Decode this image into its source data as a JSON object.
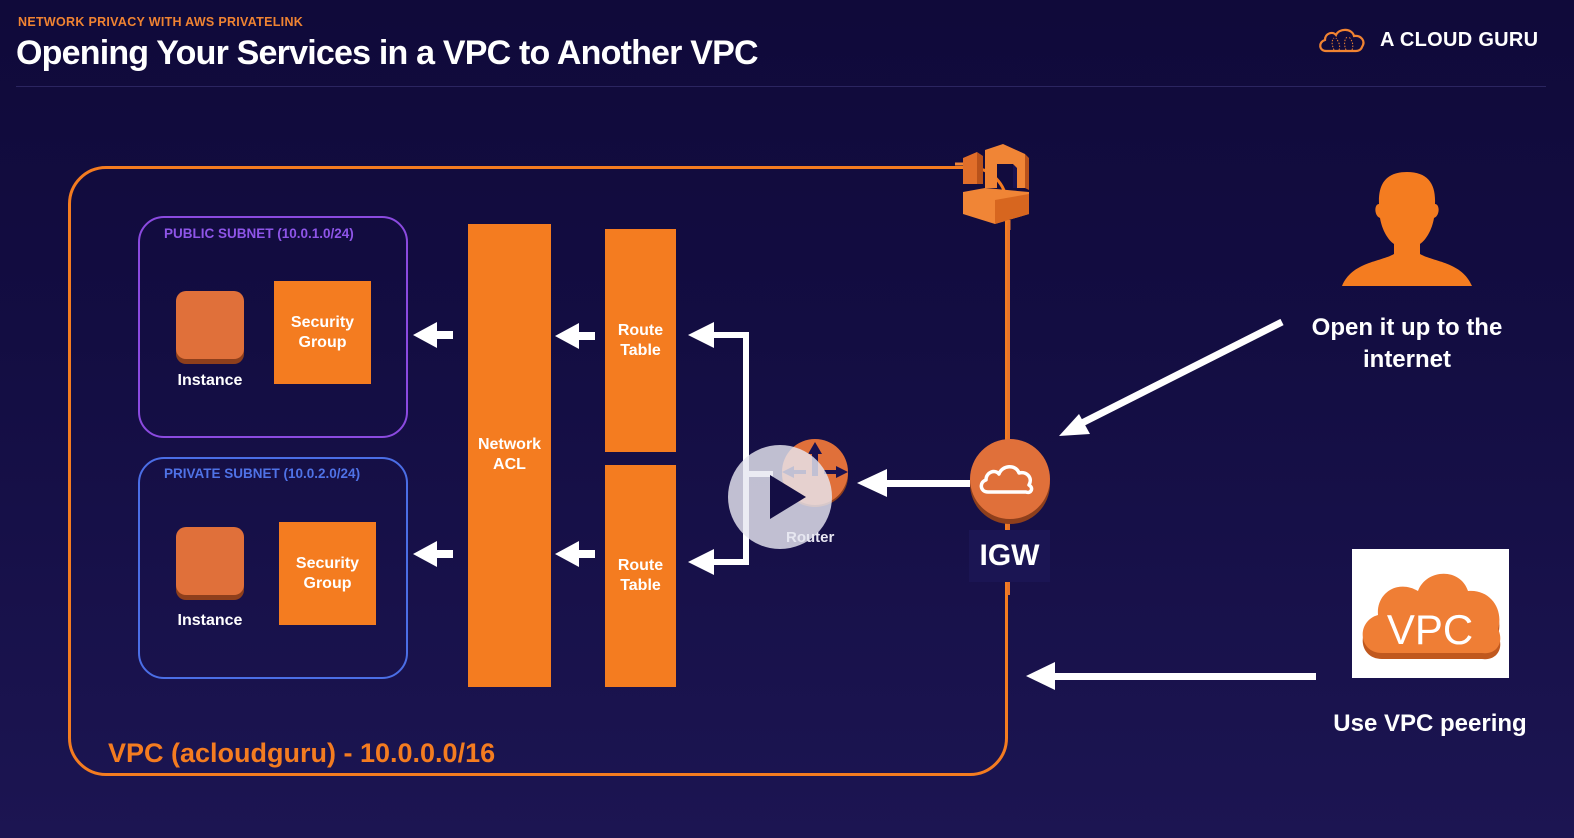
{
  "header": {
    "kicker": "NETWORK PRIVACY WITH AWS PRIVATELINK",
    "title": "Opening Your Services in a VPC to Another VPC",
    "brand": "A CLOUD GURU"
  },
  "colors": {
    "accent_orange": "#f47c20",
    "public_subnet": "#8b4ae0",
    "private_subnet": "#4b6ee6",
    "background": "#130d42"
  },
  "diagram": {
    "vpc_label": "VPC (acloudguru) - 10.0.0.0/16",
    "public_subnet": {
      "label": "PUBLIC SUBNET (10.0.1.0/24)",
      "instance_label": "Instance",
      "security_group_label": "Security Group"
    },
    "private_subnet": {
      "label": "PRIVATE SUBNET (10.0.2.0/24)",
      "instance_label": "Instance",
      "security_group_label": "Security Group"
    },
    "network_acl_label": "Network ACL",
    "route_table_top_label": "Route Table",
    "route_table_bottom_label": "Route Table",
    "router_label": "Router",
    "igw_label": "IGW",
    "icons": {
      "vpc_corner": "aws-vpc-icon",
      "router": "router-icon",
      "igw": "internet-gateway-cloud-icon",
      "person": "user-silhouette-icon",
      "vpc_peering": "vpc-cloud-icon",
      "play": "play-icon"
    }
  },
  "right_panel": {
    "internet_caption": "Open it up to the internet",
    "peering_caption": "Use VPC peering",
    "vpc_card_text": "VPC"
  },
  "video": {
    "play_button": "play-icon"
  }
}
